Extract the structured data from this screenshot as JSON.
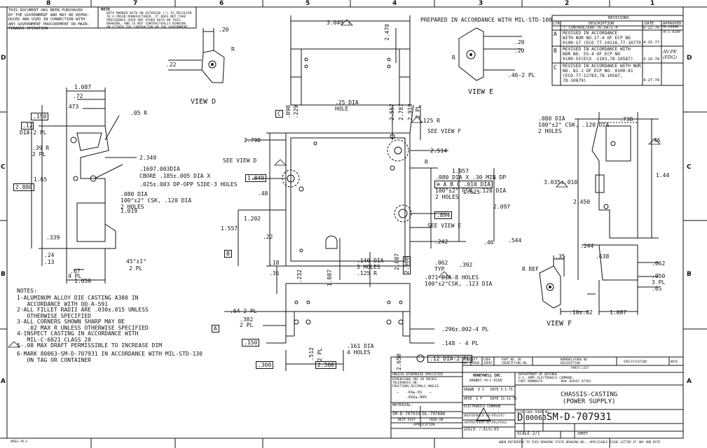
{
  "border": {
    "top_zones": [
      "8",
      "7",
      "6",
      "5",
      "4",
      "3",
      "2",
      "1"
    ],
    "side_zones": [
      "D",
      "C",
      "B",
      "A"
    ]
  },
  "header": {
    "purchase_note": "THIS DOCUMENT HAS BEEN PURCHASED\nBY THE GOVERNMENT AND MAY BE REPRO-\nDUCED AND USED IN CONNECTION WITH\nANY GOVERNMENT PROCUREMENT OR MAIN-\nTENANCE OPERATION",
    "note_label": "NOTE",
    "asterisk_note": "DATA MARKED WITH AN ASTERISK (*) IS PECULIAR\nTO A PRIOR MANUFACTURER. IT DOES NOT TAKE\nPRECEDENCE OVER ANY OTHER DATA ON THIS\nDRAWING, AND IS NOT CONTRACTUALLY BINDING\nON EITHER THE CONTRACTOR OR THE GOVERNMENT.",
    "prepared": "PREPARED IN ACCORDANCE WITH MIL-STD-100"
  },
  "revisions": {
    "title": "REVISIONS",
    "columns": [
      "LTR",
      "DESCRIPTION",
      "DATE",
      "APPROVED"
    ],
    "rows": [
      {
        "ltr": "",
        "desc": "ⓒ CONTROL/ERO 76-S471-4",
        "date": "6-22-76",
        "appr": "76-C0056"
      },
      {
        "ltr": "A",
        "desc": "REVISED IN ACCORDANCE\nWITH NOR NO.17-4 OF ECP NO\n0100-17 (ECO 77-10116,77-10779)",
        "date": "4-15-77",
        "appr": "76-C-0100"
      },
      {
        "ltr": "B",
        "desc": "REVISED IN ACCORDANCE WITH\nNOR NO. 55-4 OF ECP NO\n0100-55(ECO -1103,78-10587)",
        "date": "3-16-78",
        "appr": "AV-PE\n(FDG)"
      },
      {
        "ltr": "C",
        "desc": "REVISED IN ACCORDANCE WITH NOR\nNO. 81-1 OF ECP NO. 0100-81\n(ECO 77-12783,78-10587,\n78-10879)",
        "date": "4-27-78",
        "appr": ""
      }
    ]
  },
  "views": {
    "view_d": "VIEW D",
    "view_e": "VIEW E",
    "view_f": "VIEW F",
    "see_view_d": "SEE VIEW D",
    "see_view_e": "SEE VIEW E",
    "see_view_f": "SEE VIEW F"
  },
  "datums": {
    "a": "A",
    "b": "B",
    "c": "C"
  },
  "dims": {
    "d_20a": ".20",
    "d_r": "R",
    "d_22": ".22",
    "top_3049": "3.049",
    "top_2470": "2.470",
    "e_20a": ".20",
    "e_20b": ".20",
    "e_r": "R",
    "e_462pl": ".46-2 PL",
    "l_1087": "1.087",
    "l_72": ".72",
    "l_473": ".473",
    "l_150": ".150",
    "l_12": ".12",
    "l_dia2pl": "DIA-2 PL",
    "l_39": ".39 R",
    "l_2pl": "2 PL",
    "l_05r": ".05 R",
    "l_2349": "2.349",
    "l_cbore1": ".1697.003DIA",
    "l_cbore2": "CBORE .185±.005 DIA X",
    "l_cbore3": ".025±.003 DP-OPP SIDE-3 HOLES",
    "l_165": "1.65",
    "l_2880": "2.880",
    "l_080a": ".080 DIA",
    "l_080b": "100°±2° CSK, .120 DIA",
    "l_080c": "2 HOLES",
    "l_1019": "1.019",
    "l_339": ".339",
    "l_24": ".24",
    "l_13": ".13",
    "l_67": ".67",
    "l_4pl": "4 PL",
    "l_1050": "1.050",
    "l_45": "45°±1°",
    "l_2pl_b": "2 PL",
    "c_25dia": ".25 DIA",
    "c_hole": "HOLE",
    "c_090": ".090",
    "c_229": ".229",
    "c_2557": "2.557",
    "c_2787": "2.787",
    "c_2910": "2.910",
    "c_2pl": "2 PL",
    "c_125r": ".125 R",
    "c_2798": "2.798",
    "c_2514": "2.514",
    "c_1849": "1.849",
    "c_48": ".48",
    "c_1202": "1.202",
    "c_1557": "1.557",
    "c_22": ".22",
    "c_18": ".18",
    "c_36": ".36",
    "c_232": ".232",
    "c_1087": "1.087",
    "c_140a": ".140 DIA",
    "c_140b": "3 HOLES",
    "c_125r_b": ".125 R",
    "c_2807": "2.807",
    "c_2966": "2.966",
    "c_1957": "1.957",
    "c_1625": "1.625",
    "c_2097": "2.097",
    "c_894": ".894",
    "c_242": ".242",
    "c_46": ".46",
    "c_544": ".544",
    "c_062": ".062",
    "c_typ": "TYP",
    "c_392": ".392",
    "c_r": "R",
    "c_080a": ".080 DIA X .30 MIN DP",
    "c_fcf": "⊕ A B C .010 DIA",
    "c_080b": "100°±2° CSK, .120 DIA",
    "c_080c": "2 HOLES",
    "c_071a": ".071 DIA-8 HOLES",
    "c_071b": "100°±2°CSK, .123 DIA",
    "b_642pl": ".64-2 PL",
    "b_382": ".382",
    "b_2pl": "2 PL",
    "b_150": ".150",
    "b_512": ".512",
    "b_2pl_b": "2 PL",
    "b_2650": "2.650",
    "b_161a": ".161 DIA",
    "b_161b": "4 HOLES",
    "b_296": ".296±.002-4 PL",
    "b_148": ".148 - 4 PL",
    "b_300": ".300",
    "b_2500": "2.500",
    "b_12dia": ".12 DIA-2 PL",
    "r_080a": ".080 DIA",
    "r_080b": "100°±2° CSK, .120 DIA",
    "r_080c": "2 HOLES",
    "r_738": ".738",
    "r_46": ".46",
    "r_3035": "3.035±.010",
    "r_144": "1.44",
    "r_2450": "2.450",
    "r_244": ".244",
    "r_638": ".638",
    "r_35": ".35",
    "r_rref": "R REF",
    "r_062": ".062",
    "r_050": ".050",
    "r_3pl": "3 PL",
    "r_65": ".65",
    "r_1087": "1.087",
    "r_10": ".10±.02",
    "triangle_5": "5"
  },
  "notes": {
    "title": "NOTES:",
    "items": [
      "1-ALUMINUM ALLOY DIE CASTING A380 IN\n   ACCORDANCE WITH QQ-A-591",
      "2-ALL FILLET RADII ARE .030±.015 UNLESS\n   OTHERWISE SPECIFIED",
      "3-ALL CORNERS SHOWN SHARP MAY BE\n   .02 MAX R UNLESS OTHERWISE SPECIFIED",
      "4-INSPECT CASTING IN ACCORDANCE WITH\n   MIL-C-6021 CLASS 28",
      "5-.08 MAX DRAFT PERMISSIBLE TO INCREASE DIM",
      "6-MARK 80063-SM-D-707931 IN ACCORDANCE WITH MIL-STD-130\n   ON TAG OR CONTAINER"
    ]
  },
  "title_block": {
    "hdr_item": "FIND\nNO.",
    "hdr_qty": "QTY\nREQD",
    "hdr_code": "CODE\nIDENT",
    "hdr_part": "PART NO. OR\nIDENTIFYING NO.",
    "hdr_nomen": "NOMENCLATURE OR\nDESCRIPTION",
    "hdr_spec": "SPECIFICATION",
    "hdr_note": "NOTE",
    "parts_list": "PARTS LIST",
    "unless": "UNLESS OTHERWISE SPECIFIED",
    "dims_inches": "DIMENSIONS ARE IN INCHES\nTOLERANCES ON:\nFRACTIONS DECIMALS ANGLES",
    "tol_values": "—   .XX±.01   —\n    .XXX±.005",
    "material": "MATERIAL:",
    "company": "HONEYWELL INC.",
    "contract": "DAAB07-74-C-0158",
    "dept": "DEPARTMENT OF DEFENSE\nU.S. ARMY ELECTRONICS COMMAND\nFORT MONMOUTH          NEW JERSEY 07703",
    "drawn": "DRAWN  D S",
    "drawn_date": "DATE 5-1-75",
    "appd": "APVD  G F",
    "appd_date": "DATE 11-11-75",
    "ecom": "ELECTRONICS COMMAND",
    "reviewed": "REVIEWED AV-PE(GV)",
    "approved": "APPROVED AV-PE(FDG)",
    "date": "DATE  7 AUG 81",
    "title": "CHASSIS-CASTING\n(POWER SUPPLY)",
    "size": "D",
    "size_lbl": "SIZE",
    "code_lbl": "CODE IDENT NO.",
    "code": "80063",
    "dwg": "SM-D-707931",
    "scale": "SCALE 2/1",
    "sheet": "SHEET",
    "next_assy": "SM-D-707933",
    "used_on": "DL-707686",
    "next_lbl": "NEXT ASSY",
    "used_lbl": "USED ON",
    "application": "APPLICATION",
    "footer": "WHEN REFERRING TO THIS DRAWING STATE DRAWING NO., APPLICABLE ISSUE LETTER IF ANY AND DATE"
  },
  "corner_mark": "AMSEL-PA-S"
}
